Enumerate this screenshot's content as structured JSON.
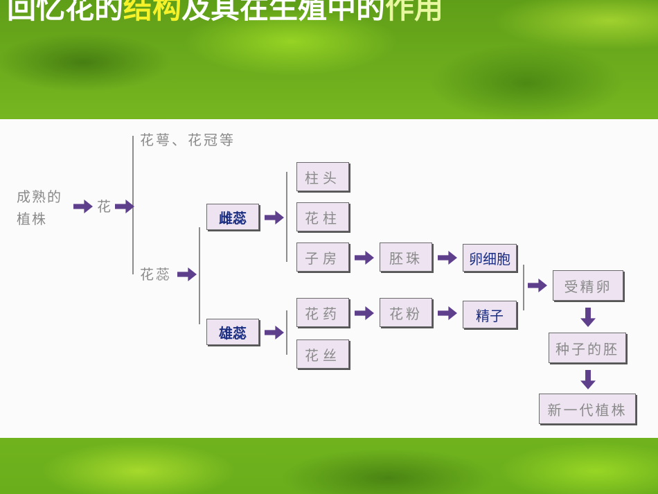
{
  "title": {
    "part1": "回忆花的",
    "part2": "结构",
    "part3": "及其在生殖中的",
    "part4": "作用"
  },
  "diagram": {
    "mature_plant": "成熟的\n植株",
    "flower": "花",
    "perianth": "花萼、花冠等",
    "stamen_pistil": "花蕊",
    "pistil": "雌蕊",
    "stamen": "雄蕊",
    "stigma": "柱头",
    "style": "花柱",
    "ovary": "子房",
    "ovule": "胚珠",
    "egg_cell": "卵细胞",
    "anther": "花药",
    "pollen": "花粉",
    "sperm": "精子",
    "filament": "花丝",
    "fertilized_egg": "受精卵",
    "seed_embryo": "种子的胚",
    "new_plant": "新一代植株"
  },
  "colors": {
    "background_green": "#7fc21a",
    "title_white": "#ffffff",
    "title_highlight": "#f6f22a",
    "box_fill": "#eee4f1",
    "arrow": "#5e3f8c",
    "key_text": "#1a2d80",
    "plain_text": "#8a8a8a"
  }
}
